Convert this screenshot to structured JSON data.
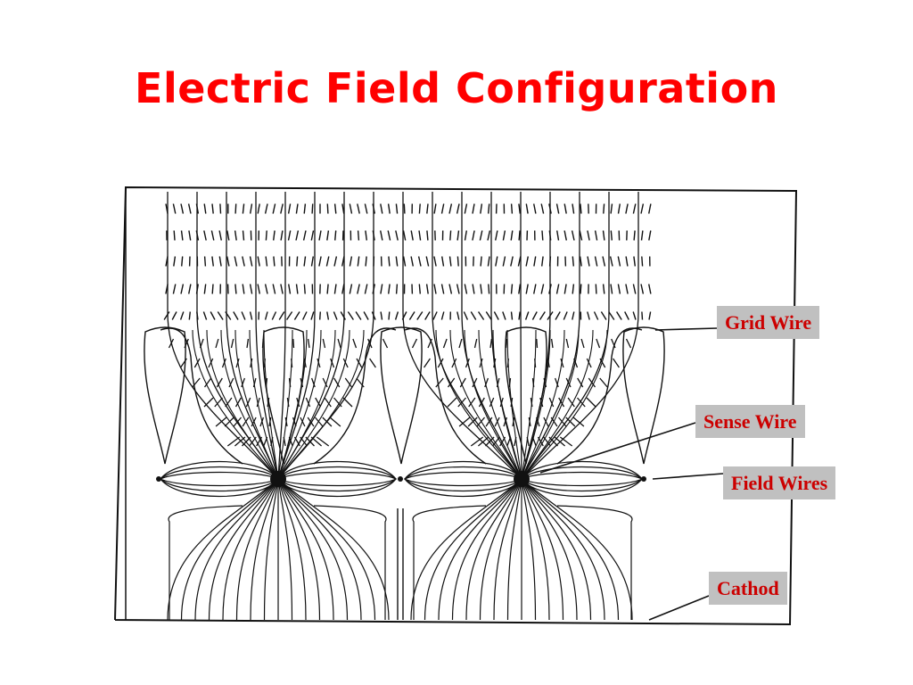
{
  "slide": {
    "title": "Electric Field Configuration",
    "title_color": "#ff0000"
  },
  "labels": {
    "grid_wire": "Grid Wire",
    "sense_wire": "Sense Wire",
    "field_wires": "Field Wires",
    "cathode": "Cathod",
    "label_color": "#cc0000",
    "label_background": "#c0c0c0"
  }
}
